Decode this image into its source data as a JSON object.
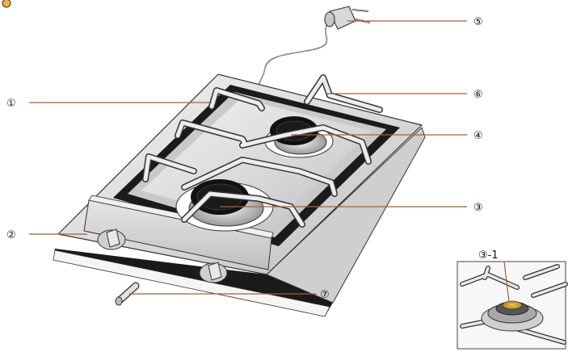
{
  "callouts": [
    {
      "id": "1",
      "text": "①"
    },
    {
      "id": "2",
      "text": "②"
    },
    {
      "id": "3",
      "text": "③"
    },
    {
      "id": "4",
      "text": "④"
    },
    {
      "id": "5",
      "text": "⑤"
    },
    {
      "id": "6",
      "text": "⑥"
    },
    {
      "id": "7",
      "text": "⑦"
    }
  ],
  "inset": {
    "label": "③-1"
  }
}
